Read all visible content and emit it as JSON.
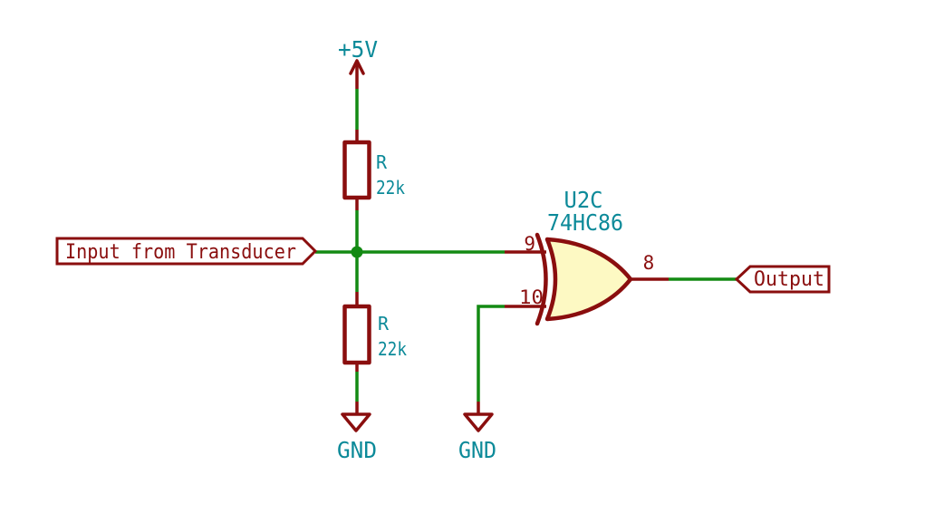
{
  "colors": {
    "wire": "#138a13",
    "symbol": "#8a0e0e",
    "fields": "#0c8a99",
    "gate_fill": "#fdf9c3"
  },
  "schematic": {
    "power": {
      "label": "+5V"
    },
    "grounds": [
      {
        "label": "GND"
      },
      {
        "label": "GND"
      }
    ],
    "resistors": [
      {
        "reference": "R",
        "value": "22k"
      },
      {
        "reference": "R",
        "value": "22k"
      }
    ],
    "gate": {
      "reference": "U2C",
      "value": "74HC86",
      "pin_input_top": "9",
      "pin_input_bottom": "10",
      "pin_output": "8"
    },
    "labels": {
      "input": "Input from Transducer",
      "output": "Output"
    }
  }
}
